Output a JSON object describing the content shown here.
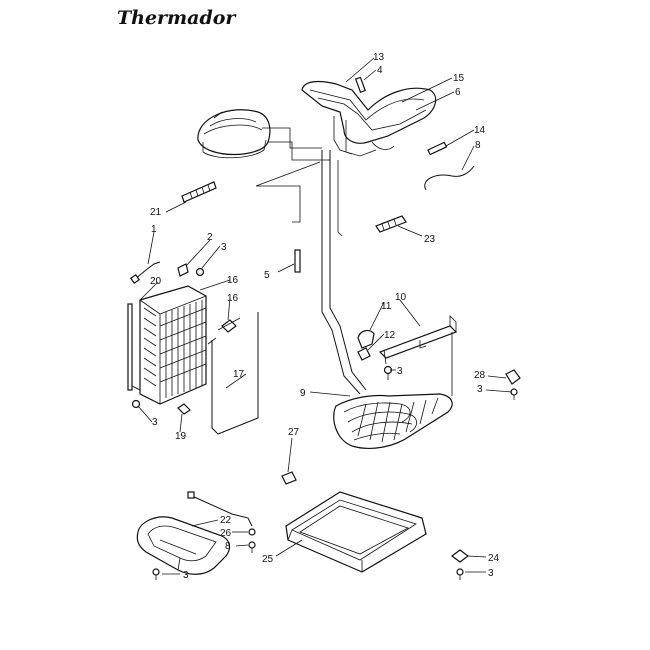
{
  "brand": "Thermador",
  "callouts": {
    "c13": "13",
    "c4": "4",
    "c15": "15",
    "c6": "6",
    "c14": "14",
    "c8a": "8",
    "c21": "21",
    "c23": "23",
    "c1": "1",
    "c2": "2",
    "c3a": "3",
    "c5": "5",
    "c20": "20",
    "c16a": "16",
    "c16b": "16",
    "c11": "11",
    "c10": "10",
    "c12": "12",
    "c3b": "3",
    "c17": "17",
    "c9": "9",
    "c28": "28",
    "c3c": "3",
    "c3d": "3",
    "c19": "19",
    "c27": "27",
    "c22": "22",
    "c26": "26",
    "c8b": "8",
    "c25": "25",
    "c3e": "3",
    "c24": "24",
    "c3f": "3"
  }
}
